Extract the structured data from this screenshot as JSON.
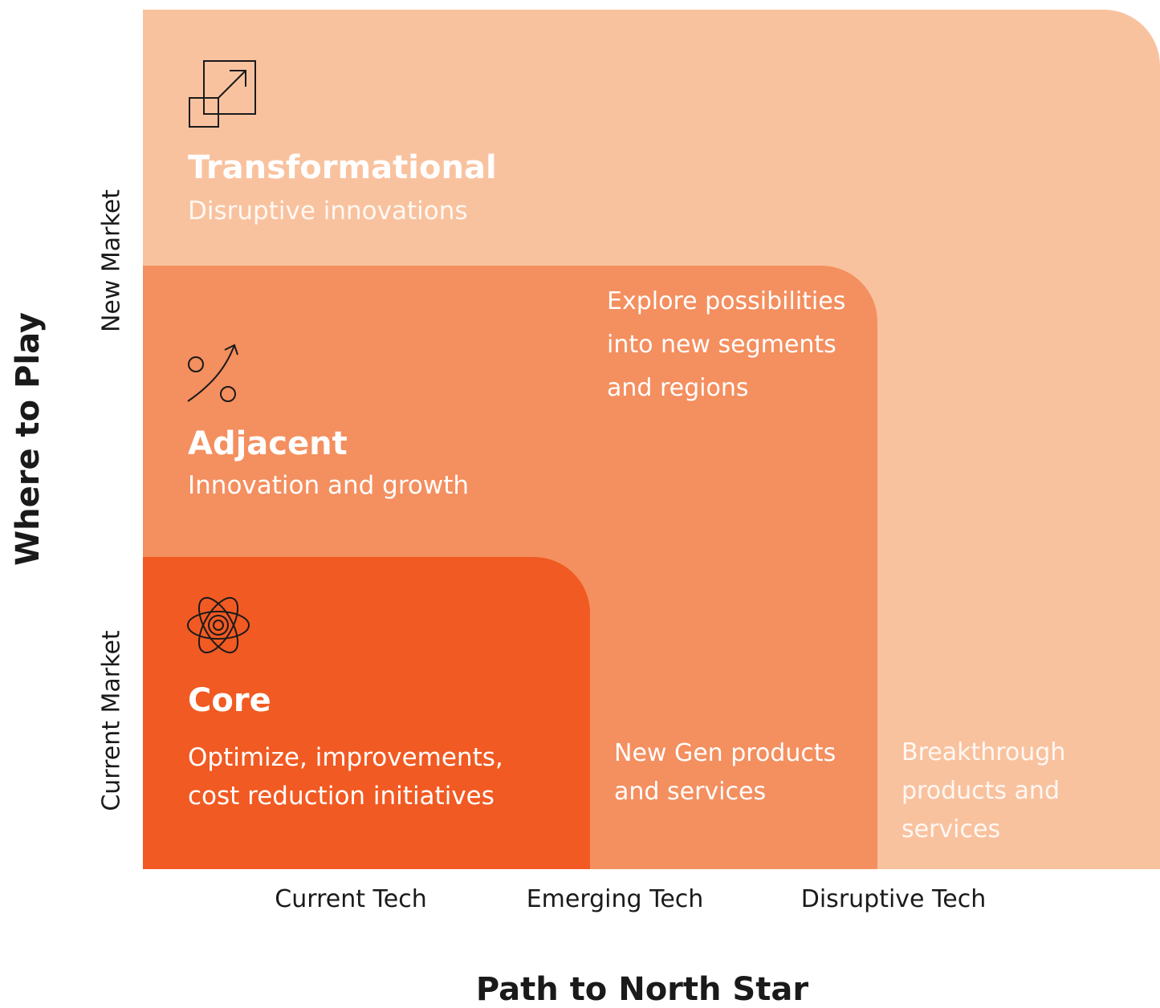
{
  "diagram": {
    "y_axis": {
      "title": "Where to Play",
      "ticks": [
        "New Market",
        "Current Market"
      ]
    },
    "x_axis": {
      "title": "Path to North Star",
      "ticks": [
        "Current Tech",
        "Emerging Tech",
        "Disruptive Tech"
      ]
    },
    "zones": {
      "transformational": {
        "title": "Transformational",
        "subtitle": "Disruptive innovations",
        "icon": "expand-squares-icon",
        "color": "#f9c29f"
      },
      "adjacent": {
        "title": "Adjacent",
        "subtitle": "Innovation and growth",
        "icon": "percent-arrow-icon",
        "color": "#f48f5f",
        "note_lines": [
          "Explore possibilities",
          "into new segments",
          "and regions"
        ]
      },
      "core": {
        "title": "Core",
        "subtitle_lines": [
          "Optimize, improvements,",
          "cost reduction initiatives"
        ],
        "icon": "atom-icon",
        "color": "#f15a22"
      }
    },
    "cells": {
      "emerging_current": [
        "New Gen products",
        "and services"
      ],
      "disruptive_current": [
        "Breakthrough",
        "products and",
        "services"
      ]
    }
  }
}
